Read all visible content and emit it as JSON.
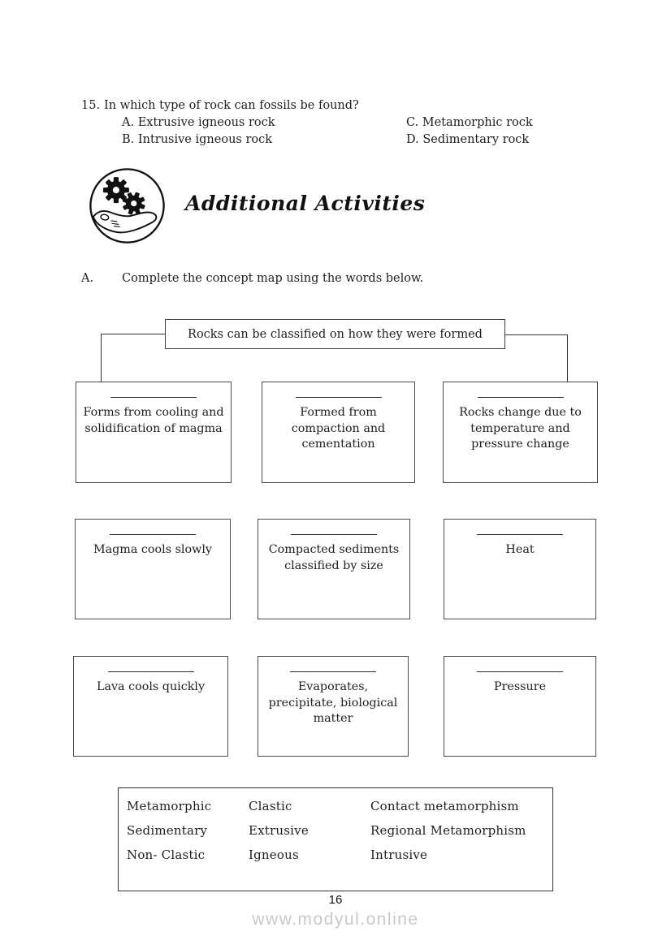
{
  "question": {
    "number": "15.",
    "text": "In which type of rock can fossils be found?",
    "options": [
      "A. Extrusive igneous rock",
      "B. Intrusive igneous rock",
      "C. Metamorphic rock",
      "D. Sedimentary rock"
    ]
  },
  "section": {
    "icon": "gears-in-hand-icon",
    "title": "Additional Activities"
  },
  "instruction": {
    "label": "A.",
    "text": "Complete the concept map using the words below."
  },
  "concept_map": {
    "root": "Rocks can be classified on how they were formed",
    "boxes": [
      "Forms from cooling and solidification of magma",
      "Formed from compaction and cementation",
      "Rocks change due to temperature and pressure change",
      "Magma cools slowly",
      "Compacted sediments classified by size",
      "Heat",
      "Lava cools quickly",
      "Evaporates, precipitate, biological matter",
      "Pressure"
    ]
  },
  "word_bank": {
    "rows": [
      [
        "Metamorphic",
        "Clastic",
        "Contact metamorphism"
      ],
      [
        "Sedimentary",
        "Extrusive",
        "Regional Metamorphism"
      ],
      [
        "Non- Clastic",
        "Igneous",
        "Intrusive"
      ]
    ]
  },
  "footer": {
    "page_number": "16",
    "watermark": "www.modyul.online"
  },
  "colors": {
    "text": "#1e1e1e",
    "border": "#3d3d3d",
    "watermark": "#c9c9c9"
  }
}
